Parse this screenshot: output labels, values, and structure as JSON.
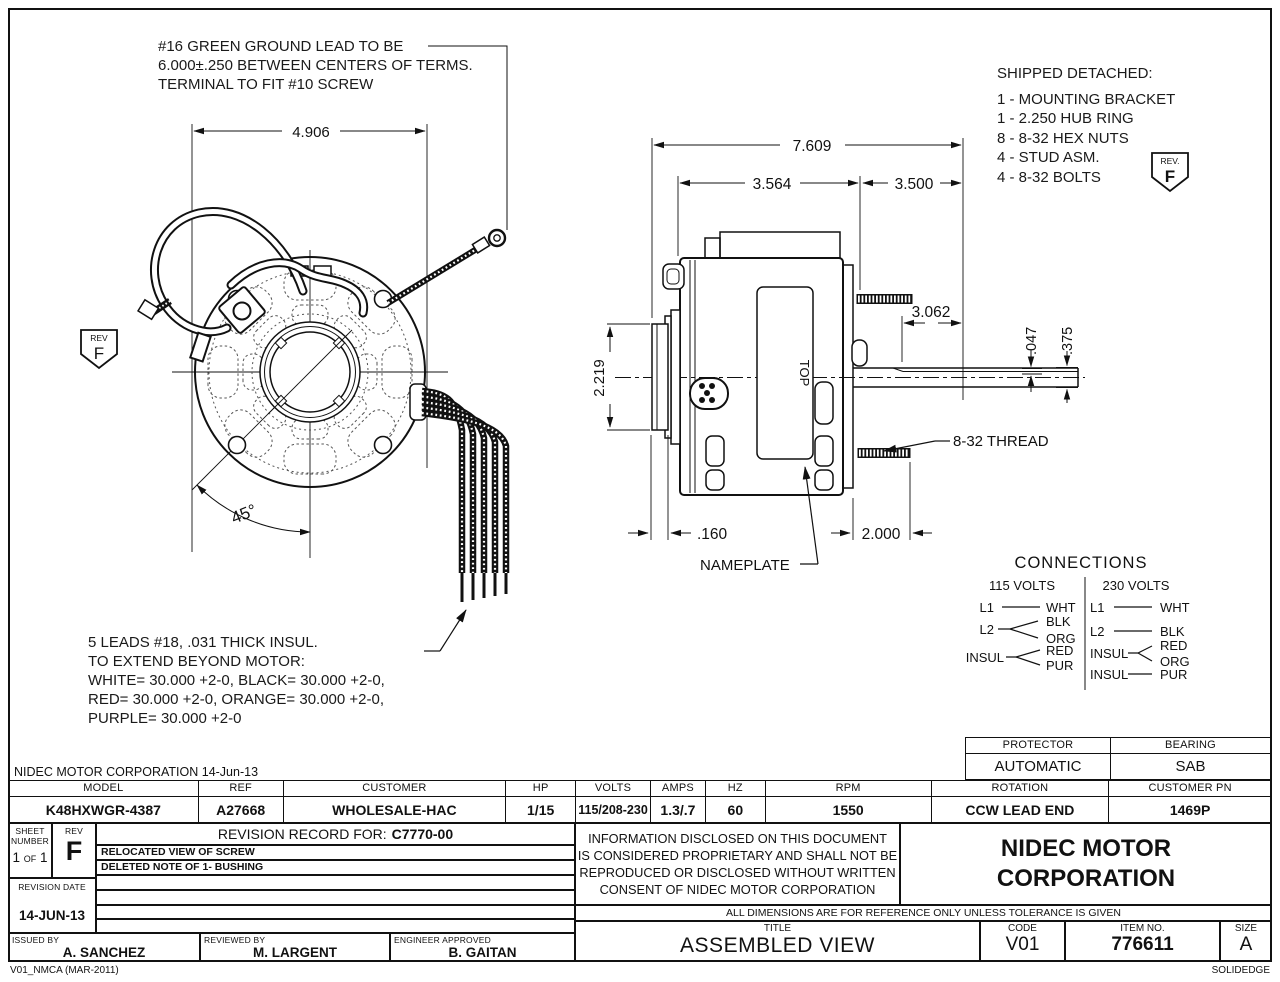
{
  "drawing": {
    "ground_note": {
      "line1": "#16 GREEN GROUND LEAD TO BE",
      "line2": "6.000±.250 BETWEEN CENTERS OF TERMS.",
      "line3": "TERMINAL TO FIT #10 SCREW"
    },
    "shipped": {
      "heading": "SHIPPED DETACHED:",
      "item1": "1 - MOUNTING BRACKET",
      "item2": "1 - 2.250 HUB RING",
      "item3": "8 - 8-32 HEX NUTS",
      "item4": "4 - STUD ASM.",
      "item5": "4 - 8-32 BOLTS"
    },
    "leads_note": {
      "line1": "5 LEADS #18, .031 THICK INSUL.",
      "line2": "TO EXTEND BEYOND MOTOR:",
      "line3": "WHITE= 30.000 +2-0, BLACK= 30.000 +2-0,",
      "line4": "RED= 30.000 +2-0, ORANGE= 30.000 +2-0,",
      "line5": "PURPLE= 30.000 +2-0"
    },
    "rev_badge_right": {
      "label": "REV.",
      "value": "F"
    },
    "rev_badge_left": {
      "label": "REV",
      "value": "F"
    },
    "dims": {
      "front_width": "4.906",
      "angle": "45°",
      "overall": "7.609",
      "body": "3.564",
      "shaft_len": "3.500",
      "stud": "3.062",
      "flat": ".047",
      "shaft_dia": ".375",
      "hub": "2.219",
      "ring": ".160",
      "stud_ext": "2.000"
    },
    "labels": {
      "nameplate": "NAMEPLATE",
      "thread": "8-32 THREAD",
      "top": "TOP"
    },
    "connections": {
      "heading": "CONNECTIONS",
      "v115": {
        "header": "115 VOLTS",
        "l1": "L1",
        "l1_w": "WHT",
        "l2": "L2",
        "l2_wa": "BLK",
        "l2_wb": "ORG",
        "ins": "INSUL",
        "ins_wa": "RED",
        "ins_wb": "PUR"
      },
      "v230": {
        "header": "230 VOLTS",
        "l1": "L1",
        "l1_w": "WHT",
        "l2": "L2",
        "l2_w": "BLK",
        "ins1": "INSUL",
        "ins1_wa": "RED",
        "ins1_wb": "ORG",
        "ins2": "INSUL",
        "ins2_w": "PUR"
      }
    }
  },
  "title_block": {
    "corp_date": "NIDEC MOTOR CORPORATION 14-Jun-13",
    "protector": {
      "label": "PROTECTOR",
      "value": "AUTOMATIC"
    },
    "bearing": {
      "label": "BEARING",
      "value": "SAB"
    },
    "spec": {
      "model": {
        "label": "MODEL",
        "value": "K48HXWGR-4387"
      },
      "ref": {
        "label": "REF",
        "value": "A27668"
      },
      "customer": {
        "label": "CUSTOMER",
        "value": "WHOLESALE-HAC"
      },
      "hp": {
        "label": "HP",
        "value": "1/15"
      },
      "volts": {
        "label": "VOLTS",
        "value": "115/208-230"
      },
      "amps": {
        "label": "AMPS",
        "value": "1.3/.7"
      },
      "hz": {
        "label": "HZ",
        "value": "60"
      },
      "rpm": {
        "label": "RPM",
        "value": "1550"
      },
      "rotation": {
        "label": "ROTATION",
        "value": "CCW LEAD END"
      },
      "customer_pn": {
        "label": "CUSTOMER PN",
        "value": "1469P"
      }
    },
    "sheet": {
      "label1": "SHEET",
      "label2": "NUMBER",
      "num": "1",
      "of": "OF",
      "total": "1"
    },
    "rev": {
      "label": "REV",
      "value": "F"
    },
    "revision_record": {
      "label": "REVISION RECORD FOR:",
      "number": "C7770-00",
      "entry1": "RELOCATED VIEW OF SCREW",
      "entry2": "DELETED NOTE OF 1- BUSHING"
    },
    "revision_date": {
      "label": "REVISION DATE",
      "value": "14-JUN-13"
    },
    "issued": {
      "label": "ISSUED BY",
      "value": "A. SANCHEZ"
    },
    "reviewed": {
      "label": "REVIEWED BY",
      "value": "M. LARGENT"
    },
    "engineer": {
      "label": "ENGINEER APPROVED",
      "value": "B. GAITAN"
    },
    "proprietary": {
      "line1": "INFORMATION DISCLOSED ON THIS DOCUMENT",
      "line2": "IS CONSIDERED PROPRIETARY AND SHALL NOT BE",
      "line3": "REPRODUCED OR DISCLOSED WITHOUT WRITTEN",
      "line4": "CONSENT OF NIDEC MOTOR CORPORATION"
    },
    "company": {
      "line1": "NIDEC MOTOR",
      "line2": "CORPORATION"
    },
    "tolerance_note": "ALL DIMENSIONS ARE FOR REFERENCE ONLY UNLESS TOLERANCE IS GIVEN",
    "title": {
      "label": "TITLE",
      "value": "ASSEMBLED VIEW"
    },
    "code": {
      "label": "CODE",
      "value": "V01"
    },
    "item": {
      "label": "ITEM NO.",
      "value": "776611"
    },
    "size": {
      "label": "SIZE",
      "value": "A"
    }
  },
  "footer": {
    "left": "V01_NMCA (MAR-2011)",
    "right": "SOLIDEDGE"
  }
}
